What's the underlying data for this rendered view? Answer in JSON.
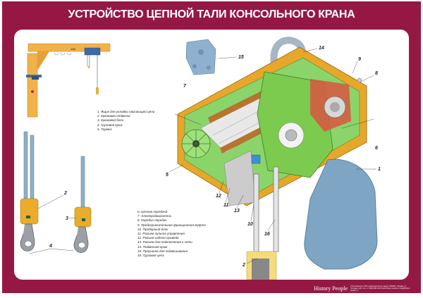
{
  "title": "УСТРОЙСТВО ЦЕПНОЙ ТАЛИ КОНСОЛЬНОГО КРАНА",
  "colors": {
    "frame": "#951844",
    "panel": "#ffffff",
    "yellow": "#e8a52c",
    "green": "#7ec850",
    "blue_gray": "#7a9db5",
    "crane_orange": "#f2b24a"
  },
  "legend_1": [
    "1. Ящик для укладки свисающей цепи",
    "2. Крюковая подвеска",
    "3. Крюковой блок",
    "4. Грузовой крюк",
    "5. Тормоз"
  ],
  "legend_2": [
    "6. Цепная передача",
    "7. Электродвигатель",
    "8. Коробка передач",
    "9. Предохранительная фрикционная муфта",
    "10. Приборный блок",
    "11. Разъем пульта управления",
    "12. Разъем кабеля привода",
    "13. Разъем для подключения к сети",
    "14. Подвесной крюк",
    "15. Проушина для подвешивания",
    "16. Грузовая цепь"
  ],
  "callouts": {
    "n1": "1",
    "n2": "2",
    "n3": "3",
    "n4": "4",
    "n5": "5",
    "n6": "6",
    "n7": "7",
    "n8": "8",
    "n9": "9",
    "n10": "10",
    "n11": "11",
    "n12": "12",
    "n13": "13",
    "n14": "14",
    "n15": "15",
    "n16": "16",
    "hook_2": "2",
    "hook_3": "3",
    "hook_4": "4"
  },
  "footer": {
    "brand": "History People",
    "fine_print": "© Изготовитель ООО «Компания Ритм» Адрес: 000000 г. Москва, ул. Ситцева, д.00; тел. +7 (000) 000-00-00 www.history-people.ru info@history-people.ru"
  }
}
